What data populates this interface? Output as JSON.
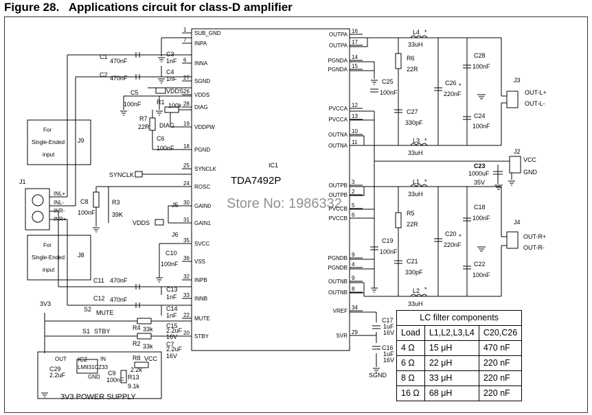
{
  "figure": {
    "number": "Figure 28.",
    "title": "Applications circuit for class-D amplifier"
  },
  "ic1": {
    "ref": "IC1",
    "part": "TDA7492P"
  },
  "left_pins": [
    {
      "num": "1",
      "name": "SUB_GND"
    },
    {
      "num": "7",
      "name": "INPA"
    },
    {
      "num": "6",
      "name": "INNA"
    },
    {
      "num": "27",
      "name": "SGND"
    },
    {
      "num": "26",
      "name": "VDDS"
    },
    {
      "num": "28",
      "name": "DIAG"
    },
    {
      "num": "19",
      "name": "VDDPW"
    },
    {
      "num": "18",
      "name": "PGND"
    },
    {
      "num": "25",
      "name": "SYNCLK"
    },
    {
      "num": "24",
      "name": "ROSC"
    },
    {
      "num": "30",
      "name": "GAIN0"
    },
    {
      "num": "31",
      "name": "GAIN1"
    },
    {
      "num": "35",
      "name": "SVCC"
    },
    {
      "num": "36",
      "name": "VSS"
    },
    {
      "num": "32",
      "name": "INPB"
    },
    {
      "num": "33",
      "name": "INNB"
    },
    {
      "num": "22",
      "name": "MUTE"
    },
    {
      "num": "20",
      "name": "STBY"
    }
  ],
  "right_pins": [
    {
      "num": "16",
      "name": "OUTPA"
    },
    {
      "num": "17",
      "name": "OUTPA"
    },
    {
      "num": "14",
      "name": "PGNDA"
    },
    {
      "num": "15",
      "name": "PGNDA"
    },
    {
      "num": "12",
      "name": "PVCCA"
    },
    {
      "num": "13",
      "name": "PVCCA"
    },
    {
      "num": "10",
      "name": "OUTNA"
    },
    {
      "num": "11",
      "name": "OUTNA"
    },
    {
      "num": "3",
      "name": "OUTPB"
    },
    {
      "num": "2",
      "name": "OUTPB"
    },
    {
      "num": "5",
      "name": "PVCCB"
    },
    {
      "num": "6",
      "name": "PVCCB"
    },
    {
      "num": "9",
      "name": "PGNDB"
    },
    {
      "num": "4",
      "name": "PGNDB"
    },
    {
      "num": "9",
      "name": "OUTNB"
    },
    {
      "num": "8",
      "name": "OUTNB"
    },
    {
      "num": "34",
      "name": "VREF"
    },
    {
      "num": "29",
      "name": "SVR"
    }
  ],
  "labels": {
    "c1": "C1",
    "c1v": "470nF",
    "c2": "C2",
    "c2v": "470nF",
    "c3": "C3",
    "c3v": "1nF",
    "c4": "C4",
    "c4v": "1nF",
    "c5": "C5",
    "c5v": "100nF",
    "vdds1": "VDDS",
    "r1": "R1",
    "r1v": "100k",
    "r7": "R7",
    "r7v": "22R",
    "diag": "DIAG",
    "c6": "C6",
    "c6v": "100nF",
    "j9": "J9",
    "j8": "J8",
    "j1": "J1",
    "inl_p": "INL+",
    "inl_n": "INL-",
    "inr_n": "INR-",
    "inr_p": "INR+",
    "se1a": "For",
    "se1b": "Single-Ended",
    "se1c": "input",
    "se2a": "For",
    "se2b": "Single-Ended",
    "se2c": "input",
    "synclk": "SYNCLK",
    "c8": "C8",
    "c8v": "100nF",
    "r3": "R3",
    "r3v": "39K",
    "j5": "J5",
    "j6": "J6",
    "vdds2": "VDDS",
    "c10": "C10",
    "c10v": "100nF",
    "c11": "C11",
    "c11v": "470nF",
    "c12": "C12",
    "c12v": "470nF",
    "c13": "C13",
    "c13v": "1nF",
    "c14": "C14",
    "c14v": "1nF",
    "v3v3": "3V3",
    "s2": "S2",
    "mute": "MUTE",
    "s1": "S1",
    "stby": "STBY",
    "r4": "R4",
    "r4v": "33k",
    "r2": "R2",
    "r2v": "33k",
    "c15": "C15",
    "c15v": "2.2uF",
    "c15r": "16V",
    "c7": "C7",
    "c7v": "2.2uF",
    "c7r": "16V",
    "ic2": "IC2",
    "ic2p": "LM931CZ33",
    "out": "OUT",
    "in": "IN",
    "gnd2": "GND",
    "c29": "C29",
    "c29v": "2.2uF",
    "c9": "C9",
    "c9v": "100nF",
    "r8": "R8",
    "r8v": "2.2k",
    "r13": "R13",
    "r13v": "9.1k",
    "vcc1": "VCC",
    "psu": "3V3 POWER SUPPLY",
    "p1": "1",
    "p2": "2",
    "p3": "3",
    "l4": "L4",
    "l4v": "33uH",
    "l3": "L3",
    "l3v": "33uH",
    "l1": "L1",
    "l1v": "33uH",
    "l2": "L2",
    "l2v": "33uH",
    "r6": "R6",
    "r6v": "22R",
    "r5": "R5",
    "r5v": "22R",
    "c25": "C25",
    "c25v": "100nF",
    "c27": "C27",
    "c27v": "330pF",
    "c26": "C26",
    "c26v": "220nF",
    "c28": "C28",
    "c28v": "100nF",
    "c24": "C24",
    "c24v": "100nF",
    "c19": "C19",
    "c19v": "100nF",
    "c21": "C21",
    "c21v": "330pF",
    "c20": "C20",
    "c20v": "220nF",
    "c18": "C18",
    "c18v": "100nF",
    "c22": "C22",
    "c22v": "100nF",
    "c23": "C23",
    "c23v": "1000uF",
    "c23r": "35V",
    "j3": "J3",
    "outl_p": "OUT-L+",
    "outl_n": "OUT-L-",
    "j4": "J4",
    "outr_p": "OUT-R+",
    "outr_n": "OUT-R-",
    "j2": "J2",
    "vcc2": "VCC",
    "gnd": "GND",
    "c17": "C17",
    "c17v": "1uF",
    "c17r": "16V",
    "c16": "C16",
    "c16v": "1uF",
    "c16r": "16V",
    "sgnd": "SGND",
    "star": "*"
  },
  "watermark": "Store No: 1986332",
  "lc_table": {
    "title": "LC filter components",
    "headers": [
      "Load",
      "L1,L2,L3,L4",
      "C20,C26"
    ],
    "rows": [
      [
        "4 Ω",
        "15 μH",
        "470 nF"
      ],
      [
        "6 Ω",
        "22 μH",
        "220 nF"
      ],
      [
        "8 Ω",
        "33 μH",
        "220 nF"
      ],
      [
        "16 Ω",
        "68 μH",
        "220 nF"
      ]
    ]
  }
}
